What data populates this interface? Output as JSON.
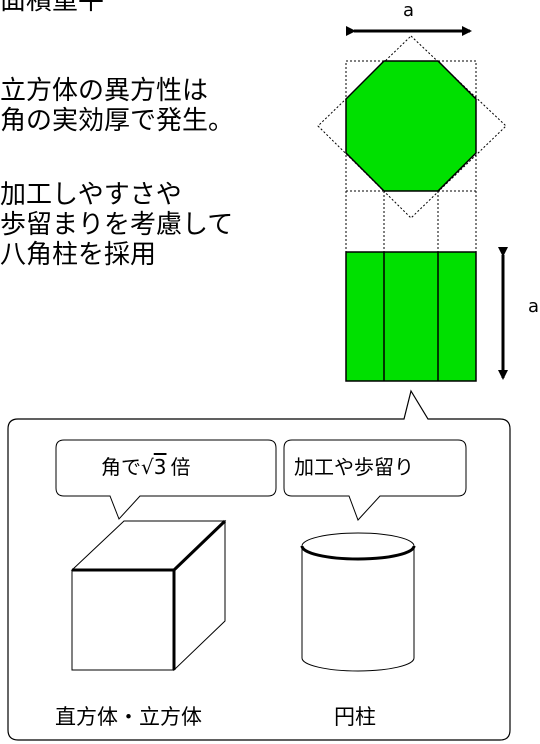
{
  "heading": "面積重平",
  "para1": [
    "立方体の異方性は",
    "角の実効厚で発生。"
  ],
  "para2": [
    "加工しやすさや",
    "歩留まりを考慮して",
    "八角柱を採用"
  ],
  "dims": {
    "top": "a",
    "right": "a"
  },
  "callout": {
    "left_label_prefix": "角で",
    "left_label_root": "√",
    "left_label_radicand": "3",
    "left_label_suffix": "倍",
    "right_label": "加工や歩留り",
    "bottom_left": "直方体・立方体",
    "bottom_right": "円柱"
  },
  "colors": {
    "octagon_fill": "#00e000",
    "prism_fill": "#00e000",
    "stroke": "#000000"
  }
}
